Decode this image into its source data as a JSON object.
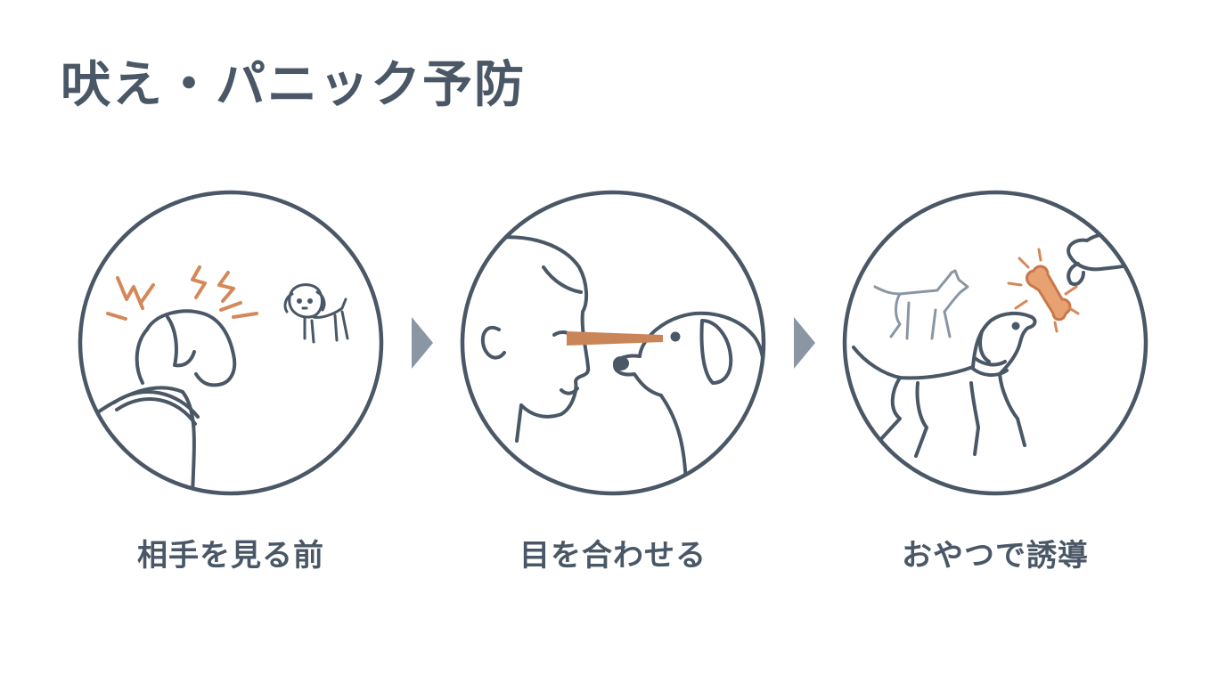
{
  "title": "吠え・パニック予防",
  "colors": {
    "outline": "#4a5766",
    "accent": "#d4885a",
    "arrow": "#8a96a3",
    "background": "#ffffff"
  },
  "steps": [
    {
      "label": "相手を見る前",
      "icons": [
        "dog-from-behind-icon",
        "stress-spark-icon",
        "other-dog-icon"
      ]
    },
    {
      "label": "目を合わせる",
      "icons": [
        "owner-face-icon",
        "eye-contact-line-icon",
        "dog-face-icon"
      ]
    },
    {
      "label": "おやつで誘導",
      "icons": [
        "hand-with-treat-icon",
        "bone-treat-icon",
        "walking-dog-icon",
        "distant-dog-icon"
      ]
    }
  ],
  "arrows": [
    "chevron-right-icon",
    "chevron-right-icon"
  ]
}
